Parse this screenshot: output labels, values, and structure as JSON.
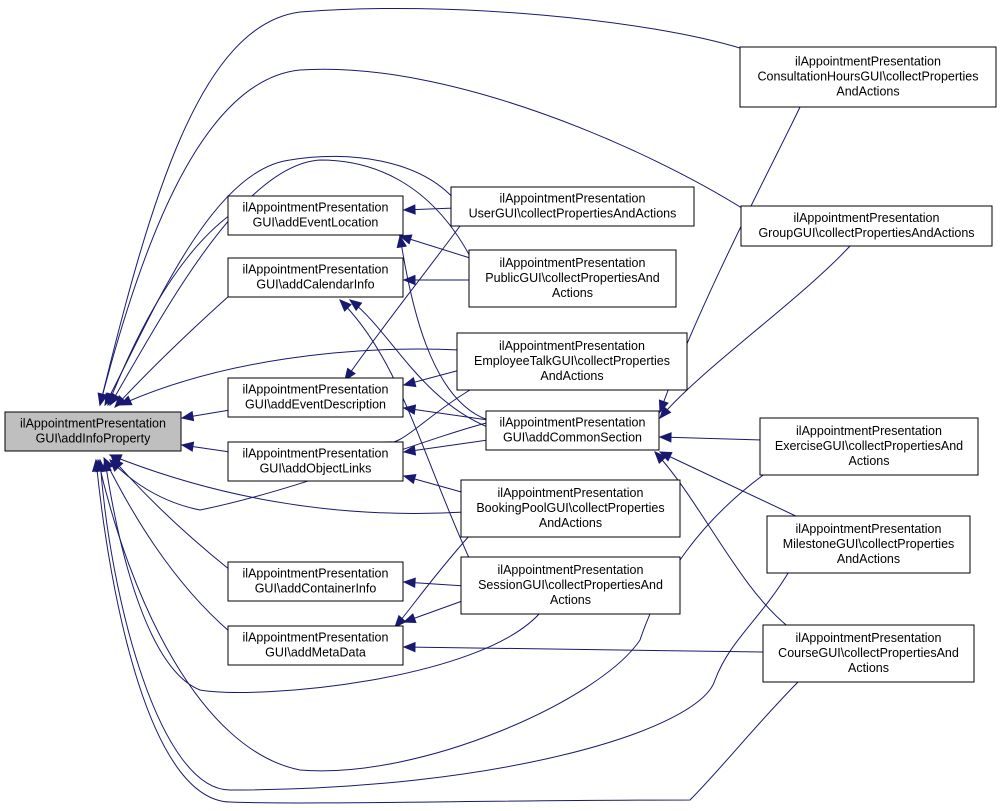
{
  "diagram": {
    "nodes": {
      "root": {
        "lines": [
          "ilAppointmentPresentation",
          "GUI\\addInfoProperty"
        ]
      },
      "eventLocation": {
        "lines": [
          "ilAppointmentPresentation",
          "GUI\\addEventLocation"
        ]
      },
      "calendarInfo": {
        "lines": [
          "ilAppointmentPresentation",
          "GUI\\addCalendarInfo"
        ]
      },
      "eventDescription": {
        "lines": [
          "ilAppointmentPresentation",
          "GUI\\addEventDescription"
        ]
      },
      "objectLinks": {
        "lines": [
          "ilAppointmentPresentation",
          "GUI\\addObjectLinks"
        ]
      },
      "containerInfo": {
        "lines": [
          "ilAppointmentPresentation",
          "GUI\\addContainerInfo"
        ]
      },
      "metaData": {
        "lines": [
          "ilAppointmentPresentation",
          "GUI\\addMetaData"
        ]
      },
      "userGUI": {
        "lines": [
          "ilAppointmentPresentation",
          "UserGUI\\collectPropertiesAndActions"
        ]
      },
      "publicGUI": {
        "lines": [
          "ilAppointmentPresentation",
          "PublicGUI\\collectPropertiesAnd",
          "Actions"
        ]
      },
      "employeeTalkGUI": {
        "lines": [
          "ilAppointmentPresentation",
          "EmployeeTalkGUI\\collectProperties",
          "AndActions"
        ]
      },
      "commonSection": {
        "lines": [
          "ilAppointmentPresentation",
          "GUI\\addCommonSection"
        ]
      },
      "bookingPoolGUI": {
        "lines": [
          "ilAppointmentPresentation",
          "BookingPoolGUI\\collectProperties",
          "AndActions"
        ]
      },
      "sessionGUI": {
        "lines": [
          "ilAppointmentPresentation",
          "SessionGUI\\collectPropertiesAnd",
          "Actions"
        ]
      },
      "consultationGUI": {
        "lines": [
          "ilAppointmentPresentation",
          "ConsultationHoursGUI\\collectProperties",
          "AndActions"
        ]
      },
      "groupGUI": {
        "lines": [
          "ilAppointmentPresentation",
          "GroupGUI\\collectPropertiesAndActions"
        ]
      },
      "exerciseGUI": {
        "lines": [
          "ilAppointmentPresentation",
          "ExerciseGUI\\collectPropertiesAnd",
          "Actions"
        ]
      },
      "milestoneGUI": {
        "lines": [
          "ilAppointmentPresentation",
          "MilestoneGUI\\collectProperties",
          "AndActions"
        ]
      },
      "courseGUI": {
        "lines": [
          "ilAppointmentPresentation",
          "CourseGUI\\collectPropertiesAnd",
          "Actions"
        ]
      }
    },
    "edges": [
      [
        "eventLocation",
        "root"
      ],
      [
        "calendarInfo",
        "root"
      ],
      [
        "eventDescription",
        "root"
      ],
      [
        "objectLinks",
        "root"
      ],
      [
        "containerInfo",
        "root"
      ],
      [
        "metaData",
        "root"
      ],
      [
        "commonSection",
        "root"
      ],
      [
        "userGUI",
        "root"
      ],
      [
        "publicGUI",
        "root"
      ],
      [
        "employeeTalkGUI",
        "root"
      ],
      [
        "bookingPoolGUI",
        "root"
      ],
      [
        "sessionGUI",
        "root"
      ],
      [
        "consultationGUI",
        "root"
      ],
      [
        "groupGUI",
        "root"
      ],
      [
        "exerciseGUI",
        "root"
      ],
      [
        "milestoneGUI",
        "root"
      ],
      [
        "courseGUI",
        "root"
      ],
      [
        "userGUI",
        "eventLocation"
      ],
      [
        "publicGUI",
        "eventLocation"
      ],
      [
        "commonSection",
        "eventLocation"
      ],
      [
        "publicGUI",
        "calendarInfo"
      ],
      [
        "commonSection",
        "calendarInfo"
      ],
      [
        "sessionGUI",
        "calendarInfo"
      ],
      [
        "employeeTalkGUI",
        "eventDescription"
      ],
      [
        "commonSection",
        "eventDescription"
      ],
      [
        "userGUI",
        "eventDescription"
      ],
      [
        "commonSection",
        "objectLinks"
      ],
      [
        "bookingPoolGUI",
        "objectLinks"
      ],
      [
        "employeeTalkGUI",
        "objectLinks"
      ],
      [
        "sessionGUI",
        "containerInfo"
      ],
      [
        "sessionGUI",
        "metaData"
      ],
      [
        "courseGUI",
        "metaData"
      ],
      [
        "bookingPoolGUI",
        "metaData"
      ],
      [
        "consultationGUI",
        "commonSection"
      ],
      [
        "groupGUI",
        "commonSection"
      ],
      [
        "exerciseGUI",
        "commonSection"
      ],
      [
        "milestoneGUI",
        "commonSection"
      ],
      [
        "courseGUI",
        "commonSection"
      ]
    ]
  }
}
